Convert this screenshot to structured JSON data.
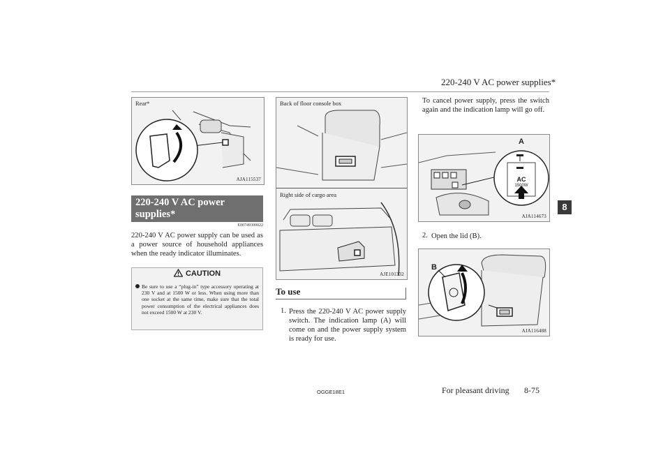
{
  "header": {
    "title": "220-240 V AC power supplies*"
  },
  "fig_rear": {
    "label": "Rear*",
    "code": "AJA115537"
  },
  "section": {
    "heading": "220-240 V AC power supplies*",
    "id": "E00749300022",
    "intro": "220-240 V AC power supply can be used as a power source of household appliances when the ready indicator illuminates."
  },
  "caution": {
    "title": "CAUTION",
    "text": "Be sure to use a “plug-in” type accessory operating at 230 V and at 1500 W or less. When using more than one socket at the same time, make sure that the total power consumption of the electrical appliances does not exceed 1500 W at 230 V."
  },
  "fig_console": {
    "label": "Back of floor console box"
  },
  "fig_cargo": {
    "label": "Right side of cargo area",
    "code": "AJE101332"
  },
  "to_use": {
    "heading": "To use",
    "step1_num": "1.",
    "step1": "Press the 220-240 V AC power supply switch. The indication lamp (A) will come on and the power supply system is ready for use."
  },
  "cancel_text": "To cancel power supply, press the switch again and the indication lamp will go off.",
  "fig_switch": {
    "code": "AJA114673",
    "callout": "A",
    "switch_label": "AC",
    "switch_sub": "1500W"
  },
  "step2": {
    "num": "2.",
    "text": "Open the lid (B)."
  },
  "fig_lid": {
    "code": "AJA116488",
    "callout": "B"
  },
  "tab": "8",
  "footer": {
    "code": "OGGE18E1",
    "section": "For pleasant driving",
    "page": "8-75"
  }
}
